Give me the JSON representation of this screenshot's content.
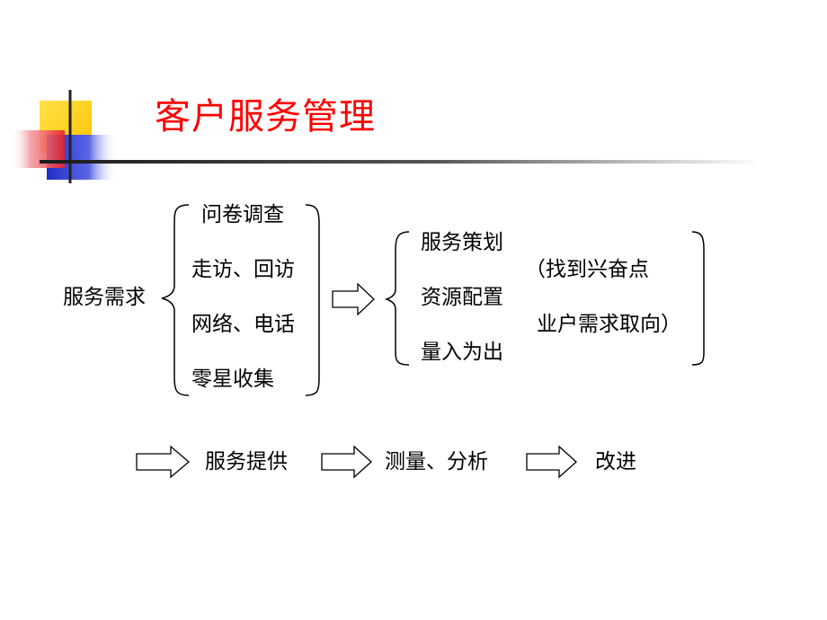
{
  "title": "客户服务管理",
  "colors": {
    "title": "#ff0000",
    "deco_yellow": "#ffd200",
    "deco_blue": "#2d3bd6",
    "deco_red": "#e8202a"
  },
  "left_label": "服务需求",
  "demand_items": [
    "问卷调查",
    "走访、回访",
    "网络、电话",
    "零星收集"
  ],
  "plan_items": [
    "服务策划",
    "资源配置",
    "量入为出"
  ],
  "note_line1": "（找到兴奋点",
  "note_line2": "业户需求取向）",
  "flow": [
    "服务提供",
    "测量、分析",
    "改进"
  ]
}
